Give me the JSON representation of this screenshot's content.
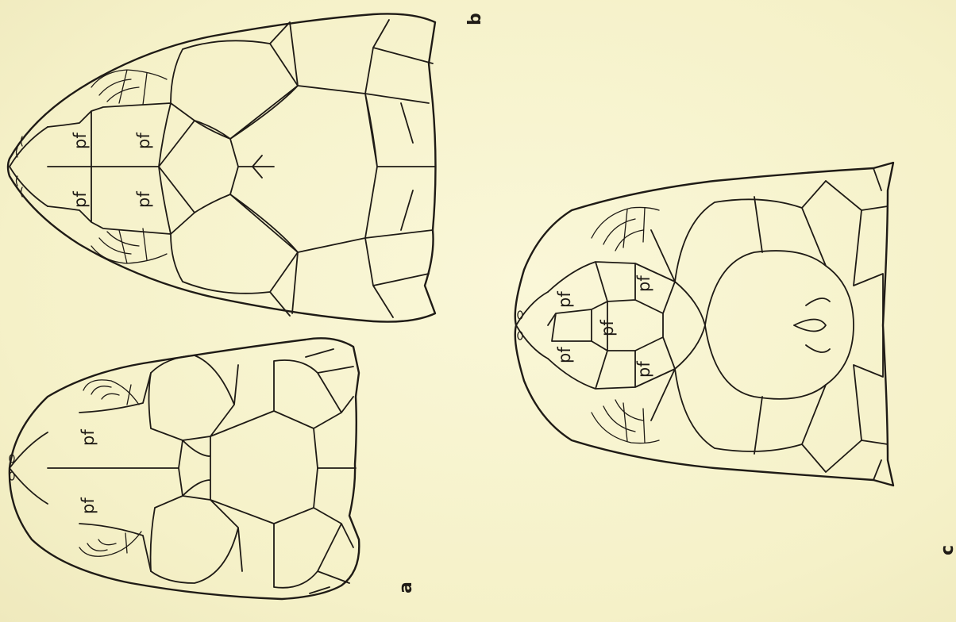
{
  "panels": {
    "a": {
      "label": "a",
      "scale_labels": [
        "pf",
        "pf"
      ]
    },
    "b": {
      "label": "b",
      "scale_labels": [
        "pf",
        "pf",
        "pf",
        "pf"
      ]
    },
    "c": {
      "label": "c",
      "scale_labels": [
        "pf",
        "pf",
        "pf",
        "pf",
        "pf"
      ]
    }
  },
  "colors": {
    "paper": "#f7f3cf",
    "ink": "#1f1b16"
  }
}
